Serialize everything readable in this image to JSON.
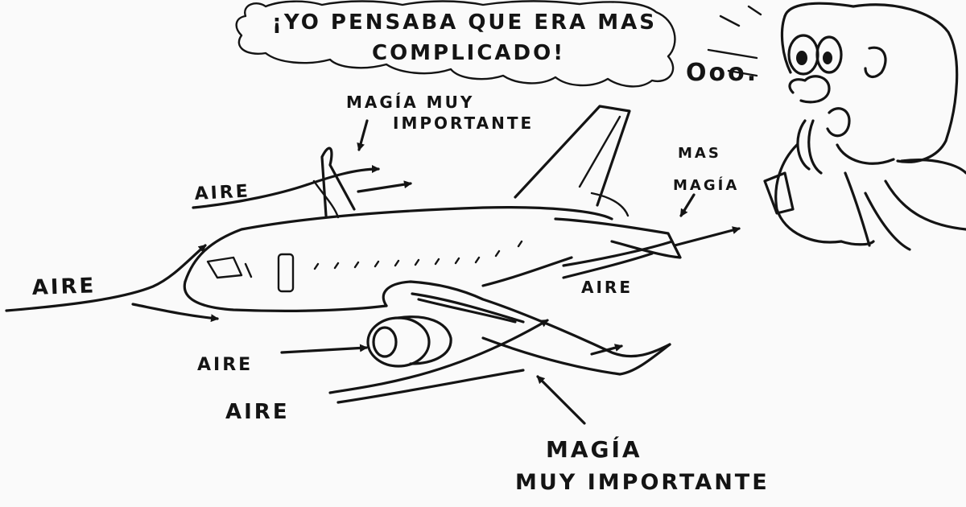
{
  "speech_bubble": {
    "line1": "¡YO PENSABA QUE ERA MAS",
    "line2": "COMPLICADO!"
  },
  "exclamation": "Ooo.",
  "labels": {
    "aire_left": "AIRE",
    "aire_top": "AIRE",
    "aire_engine": "AIRE",
    "aire_bottom": "AIRE",
    "aire_tail": "AIRE",
    "magia_top_1": "MAGÍA MUY",
    "magia_top_2": "IMPORTANTE",
    "mas_magia_1": "MAS",
    "mas_magia_2": "MAGÍA",
    "magia_bottom_1": "MAGÍA",
    "magia_bottom_2": "MUY IMPORTANTE"
  },
  "colors": {
    "ink": "#141414",
    "paper": "#fafafa"
  }
}
